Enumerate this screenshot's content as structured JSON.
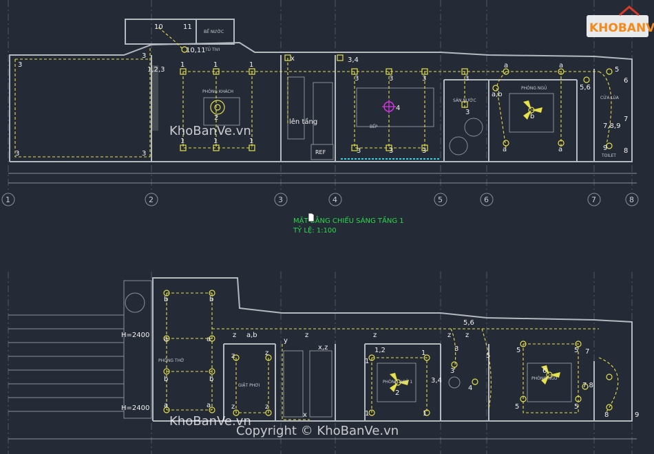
{
  "drawing_title": "MẶT BẰNG CHIẾU SÁNG TẦNG 1",
  "scale_text": "TỶ LỆ: 1:100",
  "watermark": "KhoBanVe.vn",
  "copyright": "Copyright © KhoBanVe.vn",
  "logo": "KHOBANVE",
  "stair_label": "lên tầng",
  "ref_label": "REF",
  "height_labels": [
    "H=2400",
    "H=2400"
  ],
  "axes": [
    "1",
    "2",
    "3",
    "4",
    "5",
    "6",
    "7",
    "8"
  ],
  "rooms_floor1": {
    "be_nuoc": "BỂ NƯỚC",
    "tu_tivi": "TỦ TIVI",
    "phong_khach": "PHÒNG KHÁCH",
    "bep": "BẾP",
    "san_nuoc": "SÂN NƯỚC",
    "phong_ngu": "PHÒNG NGỦ",
    "cua_lua": "CỬA LÙA",
    "toilet": "TOILET"
  },
  "rooms_floor2": {
    "phong_tho": "PHÒNG THỜ",
    "giat_phoi": "GIẶT PHƠI",
    "phong_ngu_1": "PHÒNG NGỦ 1",
    "phong_ngu_2": "PHÒNG NGỦ"
  },
  "colors": {
    "background": "#252b36",
    "wire": "#e6e04a",
    "title": "#2bd94a",
    "wall": "#b5b9c0"
  }
}
